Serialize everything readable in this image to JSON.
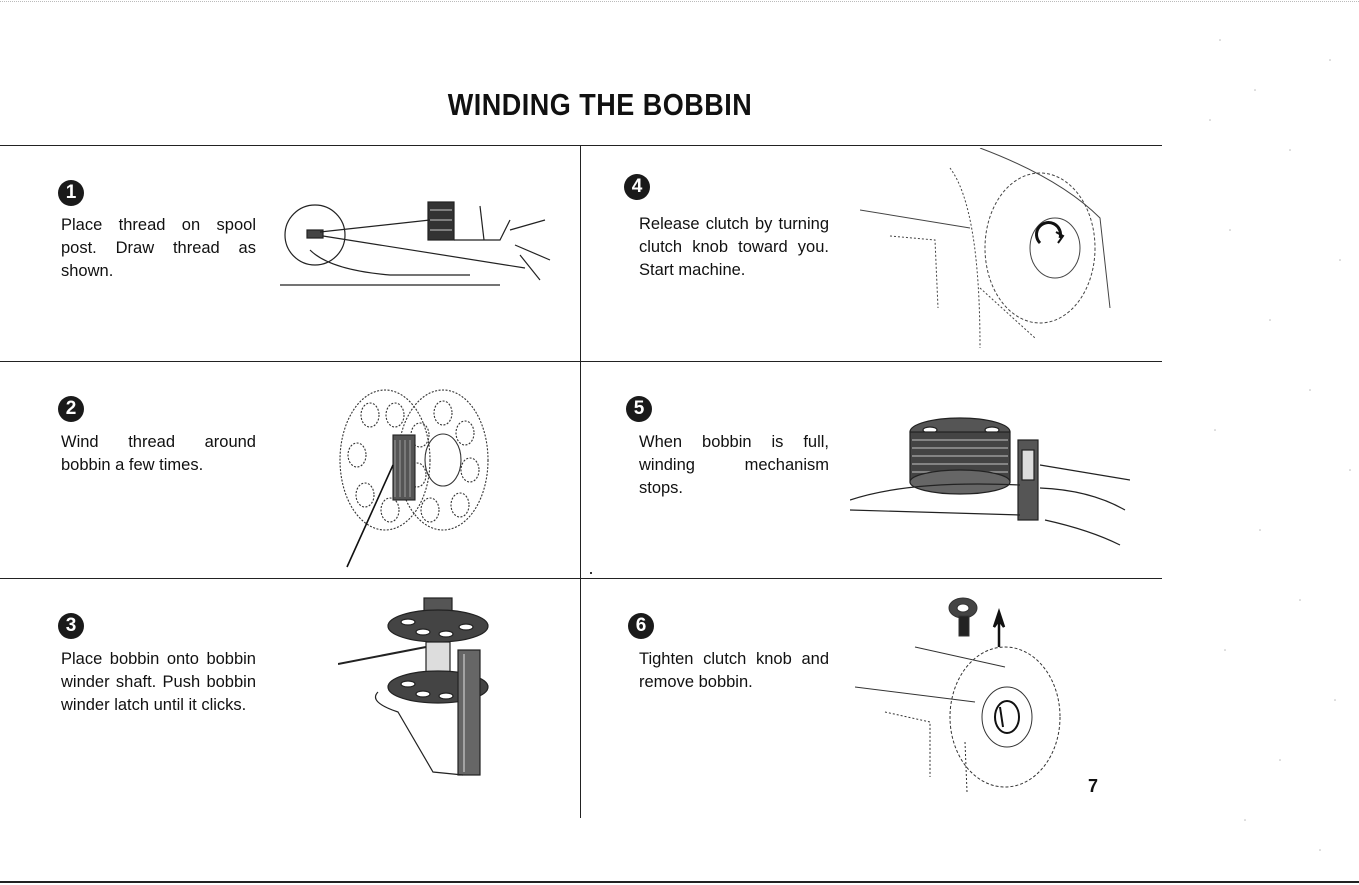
{
  "page": {
    "title": "WINDING THE BOBBIN",
    "page_number": "7"
  },
  "steps": [
    {
      "number": "1",
      "text": "Place thread on spool post. Draw thread as shown.",
      "illustration": "spool-thread-illustration"
    },
    {
      "number": "2",
      "text": "Wind thread around bobbin a few times.",
      "illustration": "bobbin-wound-illustration"
    },
    {
      "number": "3",
      "text": "Place bobbin onto bobbin winder shaft. Push bobbin winder latch until it clicks.",
      "illustration": "bobbin-winder-shaft-illustration"
    },
    {
      "number": "4",
      "text": "Release clutch by turning clutch knob toward you. Start machine.",
      "illustration": "clutch-knob-release-illustration"
    },
    {
      "number": "5",
      "text": "When bobbin is full, winding mechanism stops.",
      "illustration": "full-bobbin-illustration"
    },
    {
      "number": "6",
      "text": "Tighten clutch knob and remove bobbin.",
      "illustration": "remove-bobbin-illustration"
    }
  ]
}
